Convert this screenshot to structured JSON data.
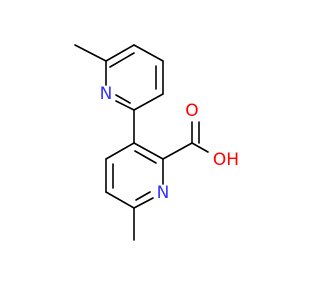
{
  "molecule": {
    "atoms": {
      "n_top": {
        "label": "N",
        "color": "#3333ff"
      },
      "n_bottom": {
        "label": "N",
        "color": "#3333ff"
      },
      "o_carbonyl": {
        "label": "O",
        "color": "#ff0000"
      },
      "o_hydroxyl": {
        "label": "OH",
        "color": "#ff0000"
      }
    },
    "bond_color": "#000000",
    "background": "#ffffff"
  }
}
